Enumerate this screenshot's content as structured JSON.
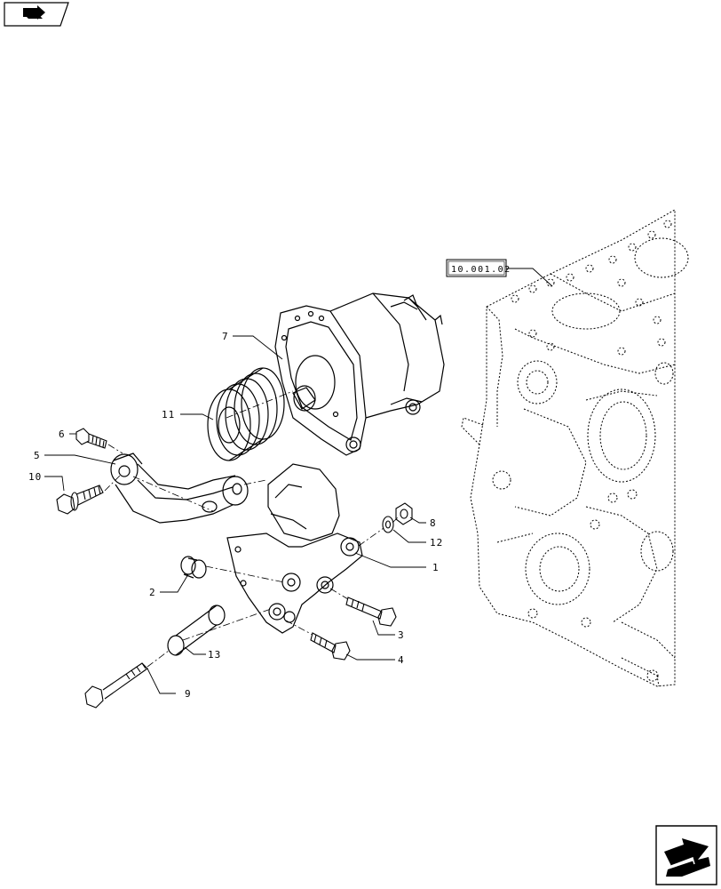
{
  "reference": {
    "label": "10.001.02"
  },
  "callouts": [
    {
      "id": "1",
      "label": "1"
    },
    {
      "id": "2",
      "label": "2"
    },
    {
      "id": "3",
      "label": "3"
    },
    {
      "id": "4",
      "label": "4"
    },
    {
      "id": "5",
      "label": "5"
    },
    {
      "id": "6",
      "label": "6"
    },
    {
      "id": "7",
      "label": "7"
    },
    {
      "id": "8",
      "label": "8"
    },
    {
      "id": "9",
      "label": "9"
    },
    {
      "id": "10",
      "label": "10"
    },
    {
      "id": "11",
      "label": "11"
    },
    {
      "id": "12",
      "label": "12"
    },
    {
      "id": "13",
      "label": "13"
    }
  ],
  "nav": {
    "previous_icon": "back-arrow-icon",
    "next_icon": "next-page-arrow-icon"
  },
  "colors": {
    "line": "#000000",
    "background": "#ffffff"
  }
}
